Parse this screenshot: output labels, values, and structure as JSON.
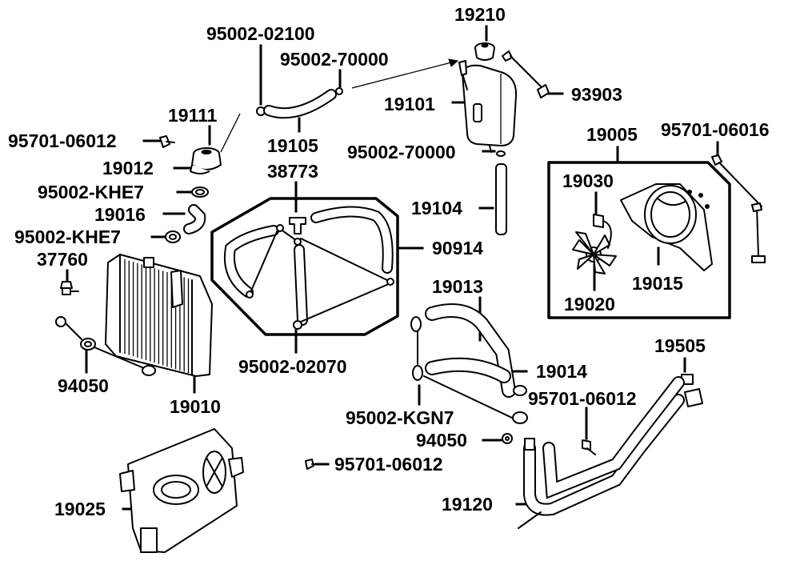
{
  "labels": {
    "l19210": "19210",
    "l95002_02100": "95002-02100",
    "l95002_70000_top": "95002-70000",
    "l93903": "93903",
    "l19101": "19101",
    "l19111": "19111",
    "l95701_06012_a": "95701-06012",
    "l19105": "19105",
    "l95002_70000_mid": "95002-70000",
    "l19012": "19012",
    "l38773": "38773",
    "l19005": "19005",
    "l95701_06016": "95701-06016",
    "l95002_KHE7_a": "95002-KHE7",
    "l19030": "19030",
    "l19104": "19104",
    "l19016": "19016",
    "l95002_KHE7_b": "95002-KHE7",
    "l90914": "90914",
    "l37760": "37760",
    "l19015": "19015",
    "l19020": "19020",
    "l19013": "19013",
    "l19505": "19505",
    "l95002_02070": "95002-02070",
    "l19014": "19014",
    "l94050_a": "94050",
    "l95701_06012_b": "95701-06012",
    "l19010": "19010",
    "l95002_KGN7": "95002-KGN7",
    "l94050_b": "94050",
    "l95701_06012_c": "95701-06012",
    "l19120": "19120",
    "l19025": "19025"
  }
}
